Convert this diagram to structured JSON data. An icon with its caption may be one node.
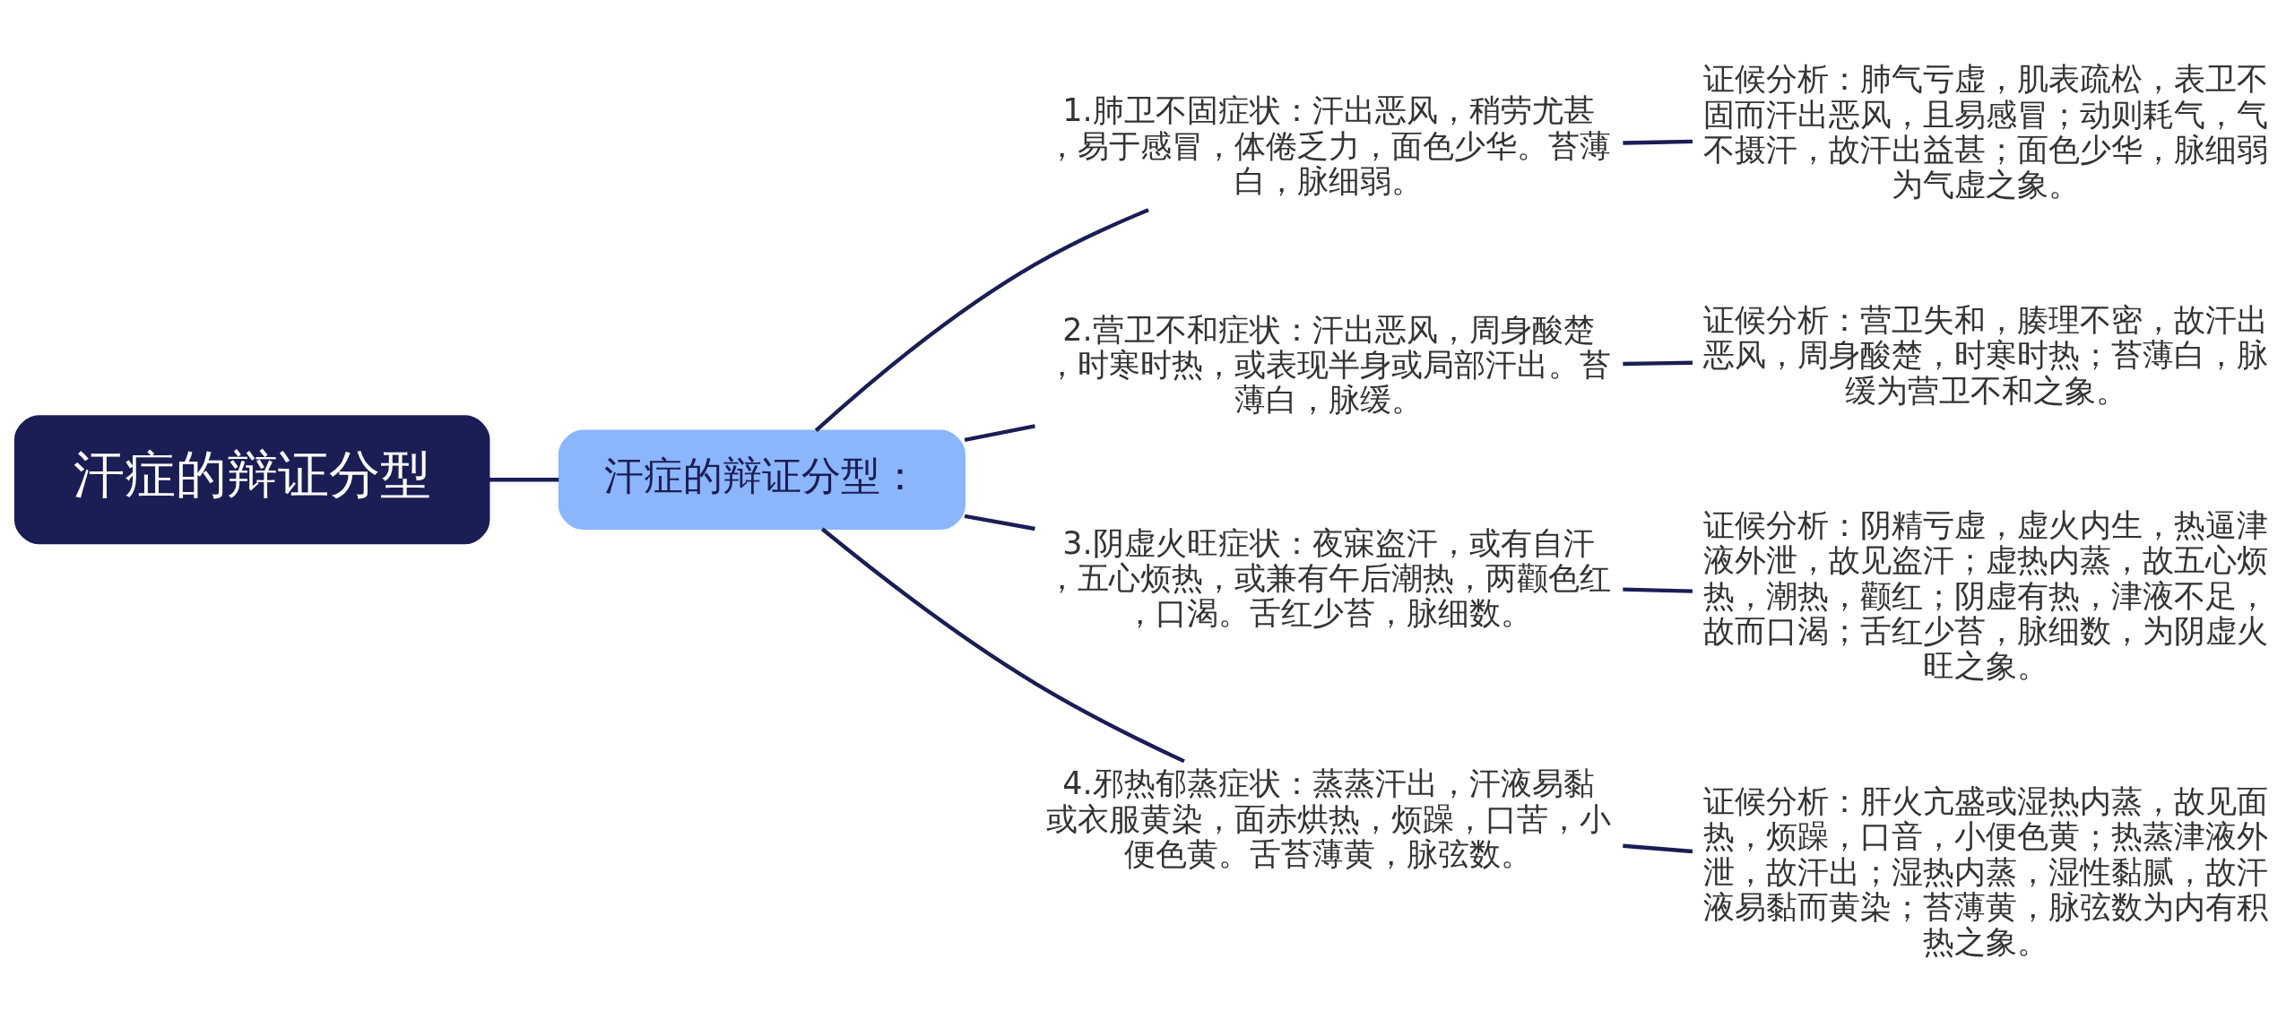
{
  "diagram": {
    "nodes": [
      {
        "text": [
          "汗症的辩证分型"
        ]
      },
      {
        "text": [
          "汗症的辩证分型："
        ]
      },
      {
        "text": [
          "1.肺卫不固症状：汗出恶风，稍劳尤甚，易于感冒，体倦乏力，面色少华。苔薄白，脉细弱。"
        ]
      },
      {
        "text": [
          "证候分析：肺气亏虚，肌表疏松，表卫不固而汗出恶风，且易感冒；动则耗气，气不摄汗，故汗出益甚；面色少华，脉细弱为气虚之象。"
        ]
      },
      {
        "text": [
          "2.营卫不和症状：汗出恶风，周身酸楚，时寒时热，或表现半身或局部汗出。苔薄白，脉缓。"
        ]
      },
      {
        "text": [
          "证候分析：营卫失和，腠理不密，故汗出恶风，周身酸楚，时寒时热；苔薄白，脉缓为营卫不和之象。"
        ]
      },
      {
        "text": [
          "3.阴虚火旺症状：夜寐盗汗，或有自汗，五心烦热，或兼有午后潮热，两颧色红，口渴。舌红少苔，脉细数。"
        ]
      },
      {
        "text": [
          "证候分析：阴精亏虚，虚火内生，热逼津液外泄，故见盗汗；虚热内蒸，故五心烦热，潮热，颧红；阴虚有热，津液不足，故而口渴；舌红少苔，脉细数，为阴虚火旺之象。"
        ]
      },
      {
        "text": [
          "4.邪热郁蒸症状：蒸蒸汗出，汗液易黏或衣服黄染，面赤烘热，烦躁，口苦，小便色黄。舌苔薄黄，脉弦数。"
        ]
      },
      {
        "text": [
          "证候分析：肝火亢盛或湿热内蒸，故见面热，烦躁，口音，小便色黄；热蒸津液外泄，故汗出；湿热内蒸，湿性黏腻，故汗液易黏而黄染；苔薄黄，脉弦数为内有积热之象。"
        ]
      }
    ],
    "edges": [
      {
        "from": 0,
        "to": 1,
        "arrow": "none"
      },
      {
        "from": 1,
        "to": 2,
        "arrow": "none"
      },
      {
        "from": 1,
        "to": 4,
        "arrow": "none"
      },
      {
        "from": 1,
        "to": 6,
        "arrow": "none"
      },
      {
        "from": 1,
        "to": 8,
        "arrow": "none"
      },
      {
        "from": 2,
        "to": 3,
        "arrow": "none"
      },
      {
        "from": 4,
        "to": 5,
        "arrow": "none"
      },
      {
        "from": 6,
        "to": 7,
        "arrow": "none"
      },
      {
        "from": 8,
        "to": 9,
        "arrow": "none"
      }
    ]
  }
}
